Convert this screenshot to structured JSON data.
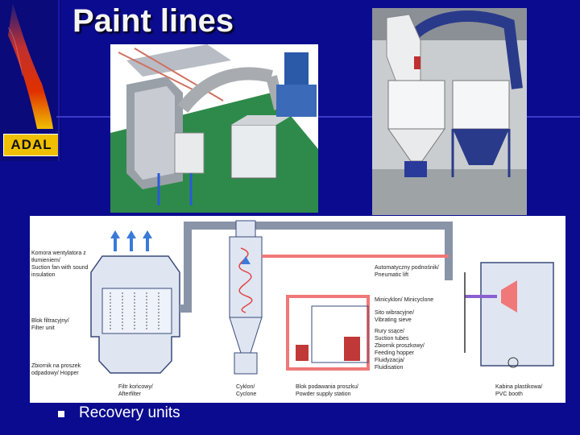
{
  "title": "Paint lines",
  "logo": "ADAL",
  "bullet": "Recovery units",
  "diagram_labels": {
    "suction_fan": [
      "Komora wentylatora z",
      "tłumieniem/",
      "Suction fan with sound",
      "insulation"
    ],
    "filter_unit": [
      "Blok filtracyjny/",
      "Filter unit"
    ],
    "hopper": [
      "Zbiornik na proszek",
      "odpadowy/ Hopper"
    ],
    "afterfilter": [
      "Filtr końcowy/",
      "Afterfilter"
    ],
    "cyclone": [
      "Cyklon/",
      "Cyclone"
    ],
    "powder_station": [
      "Blok podawania proszku/",
      "Powder supply station"
    ],
    "pvc_booth": [
      "Kabina plastikowa/",
      "PVC booth"
    ],
    "pneumatic_lift": [
      "Automatyczny podnośnik/",
      "Pneumatic lift"
    ],
    "minicyclone": "Minicyklon/ Minicyclone",
    "vibrating_sieve": [
      "Sito wibracyjne/",
      "Vibrating sieve"
    ],
    "suction_tubes": [
      "Rury ssące/",
      "Suction tubes"
    ],
    "feeding_hopper": [
      "Zbiornik proszkowy/",
      "Feeding hopper"
    ],
    "fluidisation": [
      "Fluidyzacja/",
      "Fluidisation"
    ]
  }
}
